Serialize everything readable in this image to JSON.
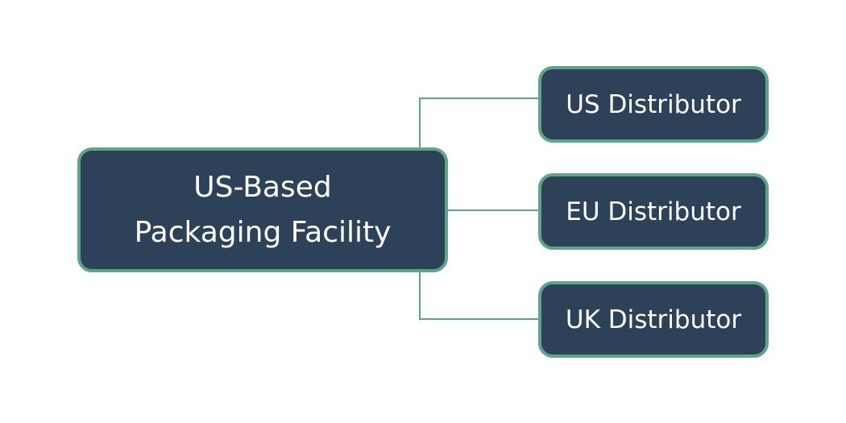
{
  "colors": {
    "node_fill": "#2d4258",
    "node_border": "#5ea486",
    "connector": "#5ea486",
    "background": "#ffffff"
  },
  "root": {
    "line1": "US-Based",
    "line2": "Packaging Facility"
  },
  "children": [
    {
      "label": "US Distributor"
    },
    {
      "label": "EU Distributor"
    },
    {
      "label": "UK Distributor"
    }
  ]
}
